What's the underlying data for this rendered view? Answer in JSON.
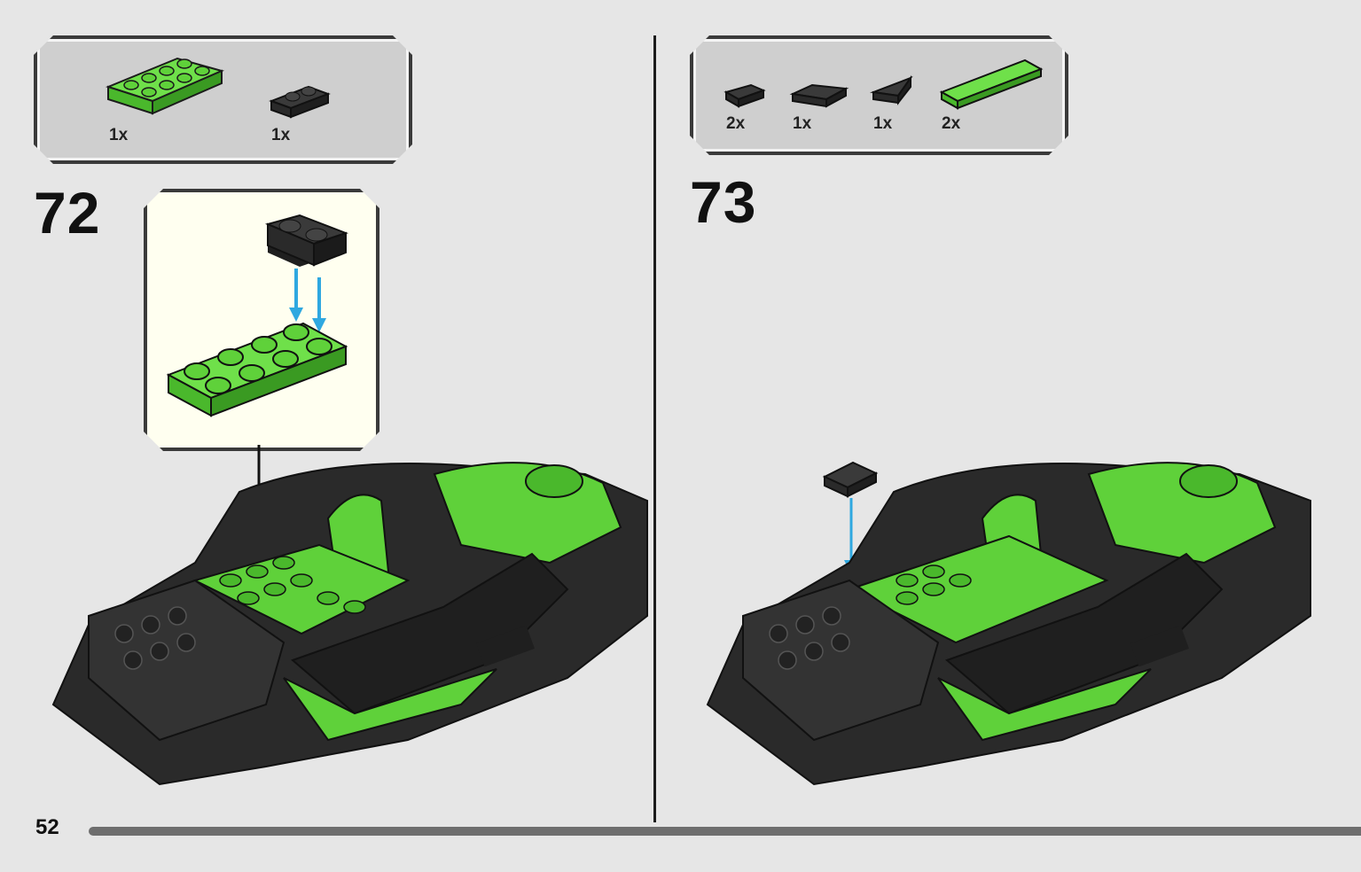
{
  "page": {
    "number": "52"
  },
  "step72": {
    "number": "72",
    "parts": [
      {
        "qty": "1x",
        "color": "#5fd13a",
        "icon": "green-2x4-plate-icon"
      },
      {
        "qty": "1x",
        "color": "#2b2b2b",
        "icon": "black-1x2-plate-icon"
      }
    ]
  },
  "step73": {
    "number": "73",
    "parts": [
      {
        "qty": "2x",
        "color": "#2b2b2b",
        "icon": "black-tile-icon"
      },
      {
        "qty": "1x",
        "color": "#2b2b2b",
        "icon": "black-wedge-plate-icon"
      },
      {
        "qty": "1x",
        "color": "#2b2b2b",
        "icon": "black-wedge-icon"
      },
      {
        "qty": "2x",
        "color": "#5fd13a",
        "icon": "green-long-tile-icon"
      }
    ]
  },
  "colors": {
    "lime": "#5fd13a",
    "black": "#2b2b2b",
    "arrow": "#2fa8e0"
  }
}
